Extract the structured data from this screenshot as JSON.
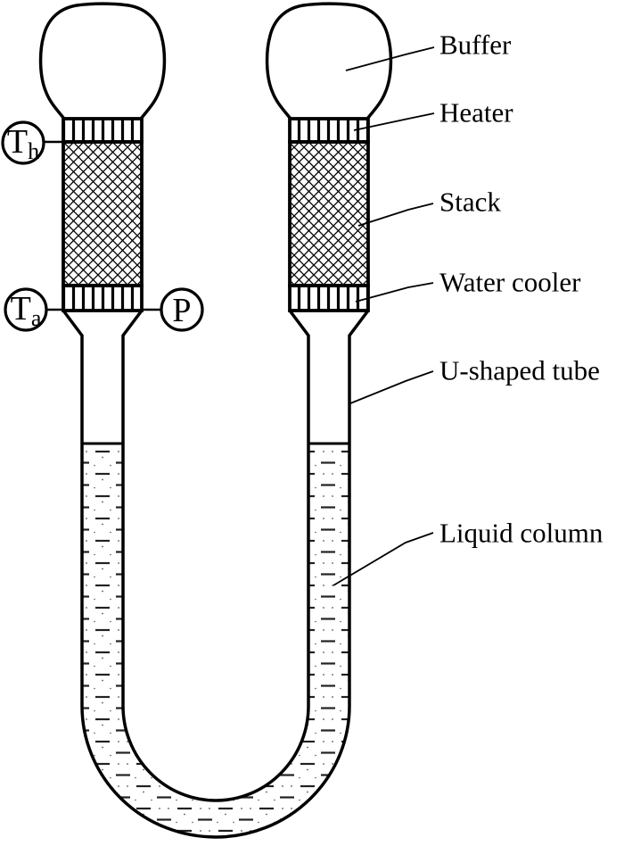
{
  "figure": {
    "type": "schematic-diagram",
    "colors": {
      "ink": "#000000",
      "background": "#ffffff"
    }
  },
  "annotations": {
    "buffer": "Buffer",
    "heater": "Heater",
    "stack": "Stack",
    "water_cooler": "Water cooler",
    "u_shaped_tube": "U-shaped tube",
    "liquid_column": "Liquid column"
  },
  "sensors": {
    "hot_temperature": {
      "symbol": "T",
      "subscript": "h"
    },
    "ambient_temperature": {
      "symbol": "T",
      "subscript": "a"
    },
    "pressure": {
      "symbol": "P"
    }
  }
}
